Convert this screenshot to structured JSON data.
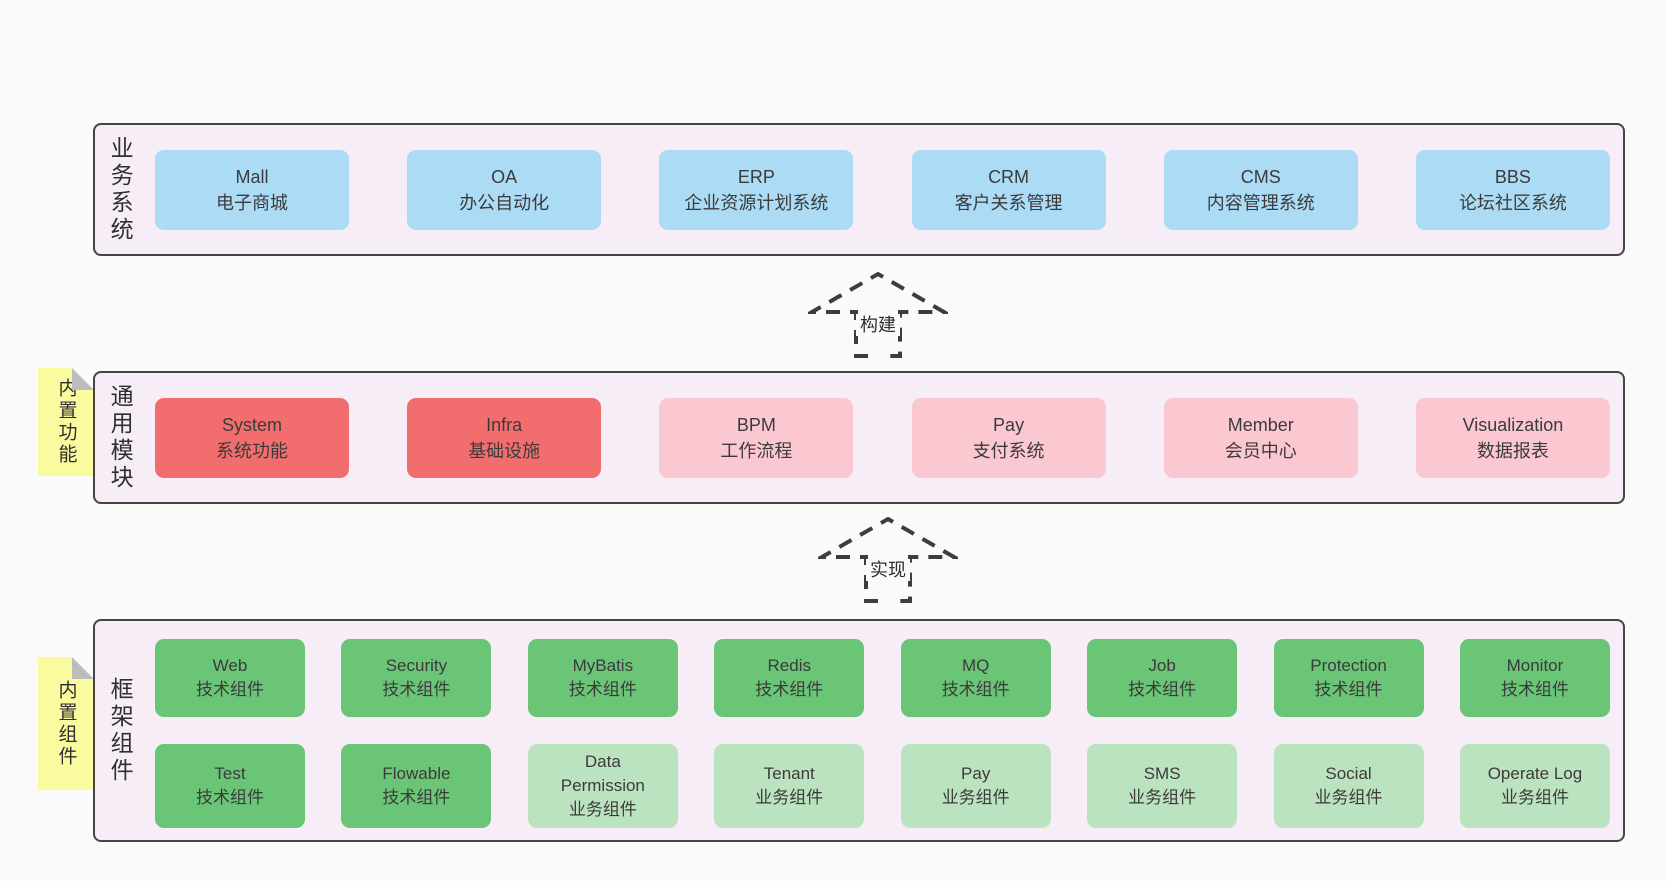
{
  "colors": {
    "page_bg": "#fafafa",
    "band_bg": "#f7edf6",
    "band_border": "#454545",
    "blue": "#abdbf5",
    "red": "#f26e6e",
    "pink": "#fbc8d2",
    "green_dark": "#6ac577",
    "green_light": "#bce3bf",
    "sticky_yellow": "#fafa9e",
    "sticky_fold": "#bcbcbc",
    "text": "#3b3b3b",
    "arrow": "#3d3d3d"
  },
  "bands": {
    "business": {
      "label": "业务系统",
      "boxes": [
        {
          "title": "Mall",
          "subtitle": "电子商城",
          "variant": "blue"
        },
        {
          "title": "OA",
          "subtitle": "办公自动化",
          "variant": "blue"
        },
        {
          "title": "ERP",
          "subtitle": "企业资源计划系统",
          "variant": "blue"
        },
        {
          "title": "CRM",
          "subtitle": "客户关系管理",
          "variant": "blue"
        },
        {
          "title": "CMS",
          "subtitle": "内容管理系统",
          "variant": "blue"
        },
        {
          "title": "BBS",
          "subtitle": "论坛社区系统",
          "variant": "blue"
        }
      ]
    },
    "modules": {
      "label": "通用模块",
      "sticky": "内置功能",
      "boxes": [
        {
          "title": "System",
          "subtitle": "系统功能",
          "variant": "red"
        },
        {
          "title": "Infra",
          "subtitle": "基础设施",
          "variant": "red"
        },
        {
          "title": "BPM",
          "subtitle": "工作流程",
          "variant": "pink"
        },
        {
          "title": "Pay",
          "subtitle": "支付系统",
          "variant": "pink"
        },
        {
          "title": "Member",
          "subtitle": "会员中心",
          "variant": "pink"
        },
        {
          "title": "Visualization",
          "subtitle": "数据报表",
          "variant": "pink"
        }
      ]
    },
    "framework": {
      "label": "框架组件",
      "sticky": "内置组件",
      "row1": [
        {
          "title": "Web",
          "subtitle": "技术组件",
          "variant": "green_dark"
        },
        {
          "title": "Security",
          "subtitle": "技术组件",
          "variant": "green_dark"
        },
        {
          "title": "MyBatis",
          "subtitle": "技术组件",
          "variant": "green_dark"
        },
        {
          "title": "Redis",
          "subtitle": "技术组件",
          "variant": "green_dark"
        },
        {
          "title": "MQ",
          "subtitle": "技术组件",
          "variant": "green_dark"
        },
        {
          "title": "Job",
          "subtitle": "技术组件",
          "variant": "green_dark"
        },
        {
          "title": "Protection",
          "subtitle": "技术组件",
          "variant": "green_dark"
        },
        {
          "title": "Monitor",
          "subtitle": "技术组件",
          "variant": "green_dark"
        }
      ],
      "row2": [
        {
          "title": "Test",
          "subtitle": "技术组件",
          "variant": "green_dark"
        },
        {
          "title": "Flowable",
          "subtitle": "技术组件",
          "variant": "green_dark"
        },
        {
          "title": "Data Permission",
          "subtitle": "业务组件",
          "variant": "green_light"
        },
        {
          "title": "Tenant",
          "subtitle": "业务组件",
          "variant": "green_light"
        },
        {
          "title": "Pay",
          "subtitle": "业务组件",
          "variant": "green_light"
        },
        {
          "title": "SMS",
          "subtitle": "业务组件",
          "variant": "green_light"
        },
        {
          "title": "Social",
          "subtitle": "业务组件",
          "variant": "green_light"
        },
        {
          "title": "Operate Log",
          "subtitle": "业务组件",
          "variant": "green_light"
        }
      ]
    }
  },
  "arrows": {
    "build": {
      "label": "构建"
    },
    "implement": {
      "label": "实现"
    }
  }
}
